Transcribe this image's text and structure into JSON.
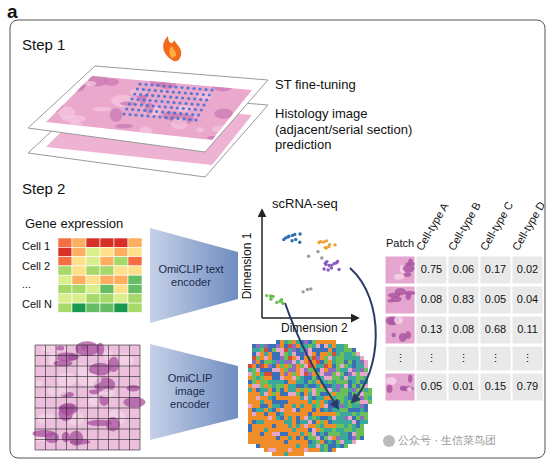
{
  "diagram": {
    "nodes": [
      {
        "text": [
          "OmiCLIP text encoder"
        ]
      },
      {
        "text": [
          "OmiCLIP image encoder"
        ]
      }
    ],
    "labels": [
      "a",
      "Step 1",
      "ST fine-tuning",
      "Histology image (adjacent/serial section) prediction",
      "Step 2",
      "Gene expression",
      "Cell 1",
      "Cell 2",
      "...",
      "Cell N",
      "scRNA-seq",
      "Dimension 1",
      "Dimension 2",
      "Patch",
      "Cell-type A",
      "Cell-type B",
      "Cell-type C",
      "Cell-type D",
      "0.75",
      "0.06",
      "0.17",
      "0.02",
      "0.08",
      "0.83",
      "0.05",
      "0.04",
      "0.13",
      "0.08",
      "0.68",
      "0.11",
      "⋮",
      "⋮",
      "⋮",
      "⋮",
      "⋮",
      "0.05",
      "0.01",
      "0.15",
      "0.79",
      "公众号 · 生信菜鸟团"
    ]
  }
}
